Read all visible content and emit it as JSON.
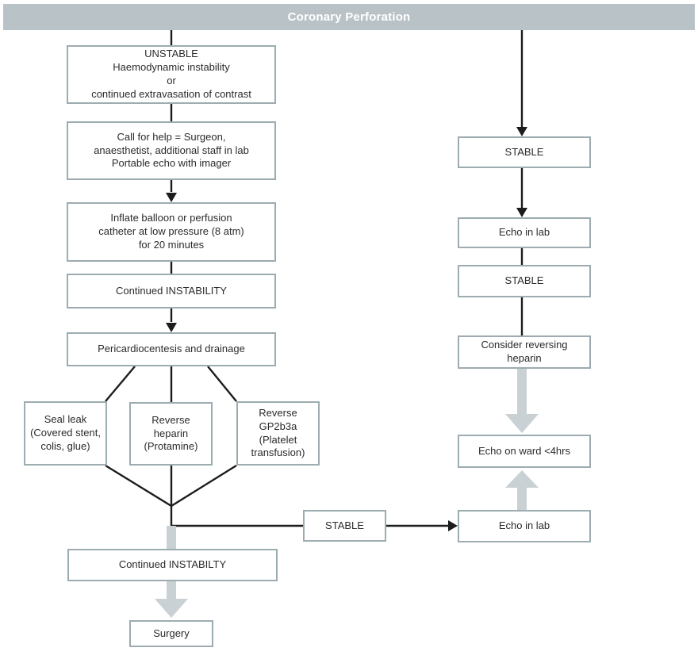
{
  "title": "Coronary Perforation",
  "colors": {
    "header_bg": "#b9c3c7",
    "title_text": "#ffffff",
    "box_border": "#9dacb0",
    "line": "#1c1c1c",
    "thick_arrow": "#c9d1d4"
  },
  "nodes": {
    "unstable": "UNSTABLE\nHaemodynamic instability\nor\ncontinued extravasation of contrast",
    "call_for_help": "Call for help = Surgeon,\nanaesthetist, additional staff in lab\nPortable echo with imager",
    "inflate_balloon": "Inflate balloon or perfusion\ncatheter at low pressure (8 atm)\nfor 20 minutes",
    "continued_instability": "Continued INSTABILITY",
    "pericardiocentesis": "Pericardiocentesis and drainage",
    "seal_leak": "Seal leak\n(Covered stent,\ncolis, glue)",
    "reverse_heparin": "Reverse\nheparin\n(Protamine)",
    "reverse_gp2b3a": "Reverse\nGP2b3a\n(Platelet\ntransfusion)",
    "stable_branch": "STABLE",
    "continued_instabilty": "Continued INSTABILTY",
    "surgery": "Surgery",
    "stable_right_1": "STABLE",
    "echo_in_lab_right": "Echo in lab",
    "stable_right_2": "STABLE",
    "consider_reversing_heparin": "Consider reversing\nheparin",
    "echo_on_ward": "Echo on ward <4hrs",
    "echo_in_lab_bottom": "Echo in lab"
  }
}
